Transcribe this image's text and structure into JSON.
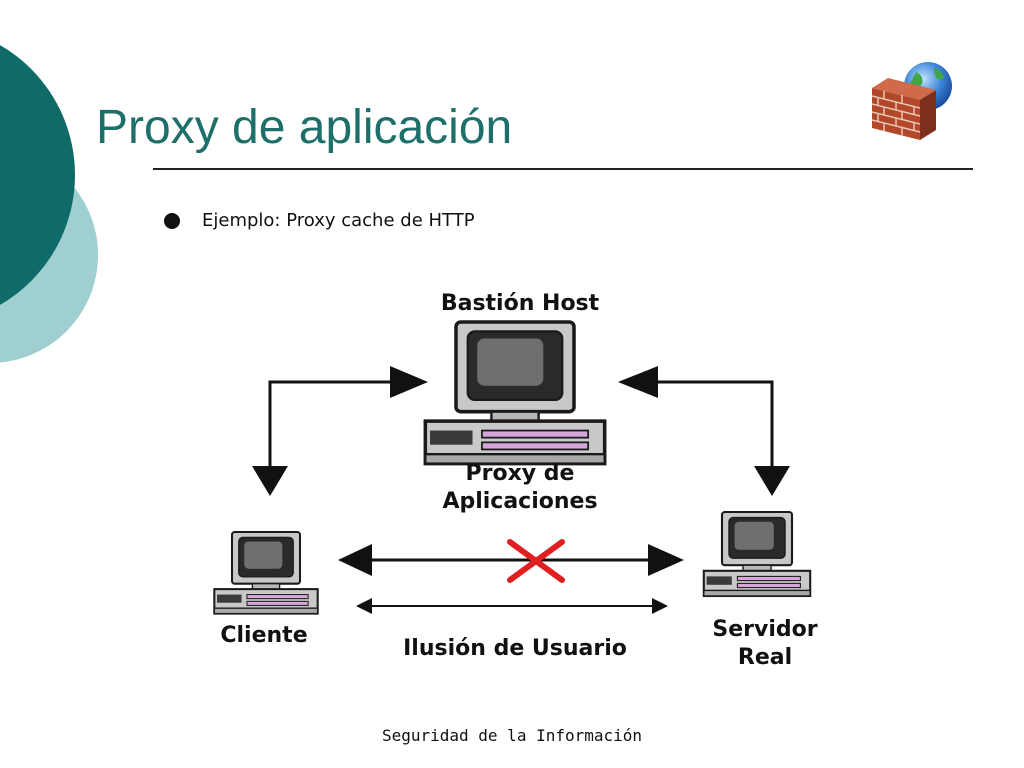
{
  "slide": {
    "title": "Proxy de aplicación",
    "bullet": "Ejemplo:  Proxy cache de HTTP",
    "footer": "Seguridad de la Información"
  },
  "diagram": {
    "bastion_label": "Bastión Host",
    "proxy_label_line1": "Proxy de",
    "proxy_label_line2": "Aplicaciones",
    "client_label": "Cliente",
    "server_label_line1": "Servidor",
    "server_label_line2": "Real",
    "illusion_label": "Ilusión de Usuario"
  },
  "icons": {
    "firewall": "firewall-brick-wall-globe-icon",
    "computer": "desktop-computer-icon",
    "blocked": "red-x-icon"
  },
  "colors": {
    "title": "#1d6f6a",
    "deco_dark": "#0f6b67",
    "deco_light": "#9fcfd0",
    "blocked": "#e02020"
  }
}
